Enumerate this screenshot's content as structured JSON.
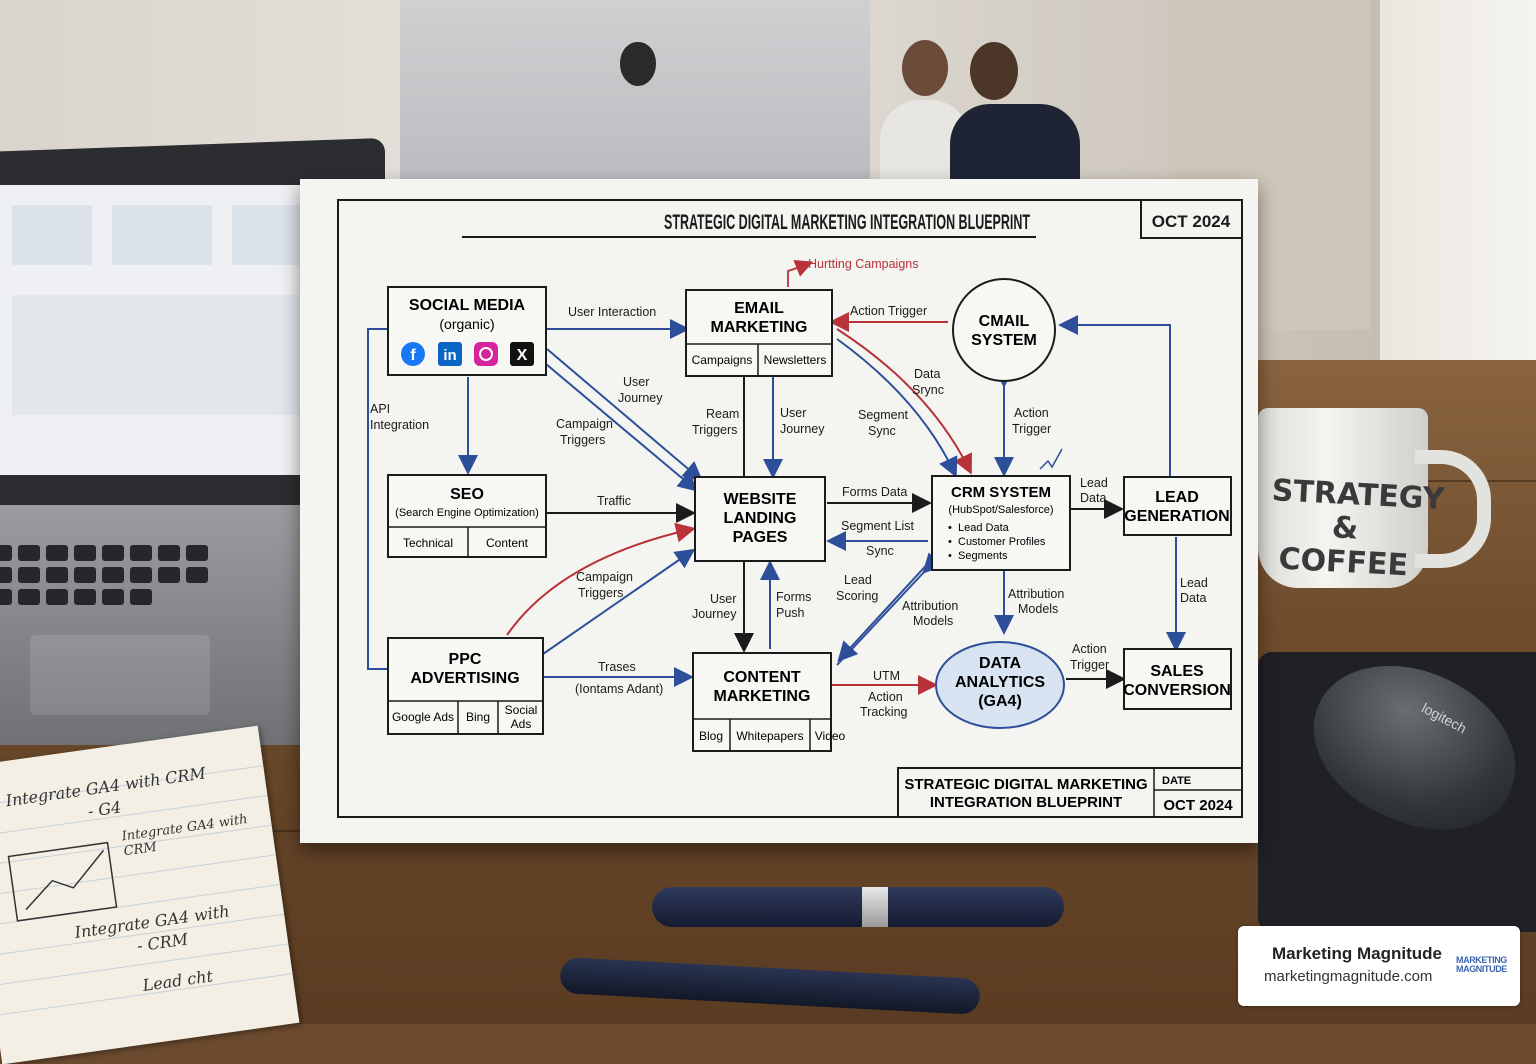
{
  "blueprint": {
    "title": "STRATEGIC DIGITAL MARKETING INTEGRATION BLUEPRINT",
    "date": "OCT 2024",
    "nodes": {
      "social_media": {
        "title": "SOCIAL MEDIA",
        "subtitle": "(organic)",
        "icons": [
          "facebook-icon",
          "linkedin-icon",
          "instagram-icon",
          "x-icon"
        ]
      },
      "email": {
        "title_line1": "EMAIL",
        "title_line2": "MARKETING",
        "cells": [
          "Campaigns",
          "Newsletters"
        ]
      },
      "cmail": {
        "title_line1": "CMAIL",
        "title_line2": "SYSTEM"
      },
      "seo": {
        "title": "SEO",
        "subtitle": "(Search Engine Optimization)",
        "cells": [
          "Technical",
          "Content"
        ]
      },
      "website": {
        "line1": "WEBSITE",
        "line2": "LANDING",
        "line3": "PAGES"
      },
      "crm": {
        "title": "CRM SYSTEM",
        "subtitle": "(HubSpot/Salesforce)",
        "bullets": [
          "Lead Data",
          "Customer Profiles",
          "Segments"
        ]
      },
      "lead_gen": {
        "line1": "LEAD",
        "line2": "GENERATION"
      },
      "ppc": {
        "line1": "PPC",
        "line2": "ADVERTISING",
        "cells": [
          "Google Ads",
          "Bing",
          "Social",
          "Ads"
        ]
      },
      "content": {
        "line1": "CONTENT",
        "line2": "MARKETING",
        "cells": [
          "Blog",
          "Whitepapers",
          "Video"
        ]
      },
      "analytics": {
        "line1": "DATA",
        "line2": "ANALYTICS",
        "line3": "(GA4)"
      },
      "sales": {
        "line1": "SALES",
        "line2": "CONVERSION"
      }
    },
    "edge_labels": {
      "hurting": "Hurtting Campaigns",
      "user_interaction": "User Interaction",
      "action_trigger_top": "Action Trigger",
      "user_journey_1a": "User",
      "user_journey_1b": "Journey",
      "campaign_triggers_1a": "Campaign",
      "campaign_triggers_1b": "Triggers",
      "api_a": "API",
      "api_b": "Integration",
      "ream_a": "Ream",
      "ream_b": "Triggers",
      "user_journey_2a": "User",
      "user_journey_2b": "Journey",
      "data_sync_a": "Data",
      "data_sync_b": "Srync",
      "segment_sync_a": "Segment",
      "segment_sync_b": "Sync",
      "action_trigger_mid_a": "Action",
      "action_trigger_mid_b": "Trigger",
      "traffic": "Traffic",
      "forms_data": "Forms Data",
      "segment_list": "Segment List",
      "sync": "Sync",
      "lead_data_a": "Lead",
      "lead_data_b": "Data",
      "lead_data2_a": "Lead",
      "lead_data2_b": "Data",
      "campaign_triggers_2a": "Campaign",
      "campaign_triggers_2b": "Triggers",
      "user_journey_3a": "User",
      "user_journey_3b": "Journey",
      "forms_push_a": "Forms",
      "forms_push_b": "Push",
      "lead_scoring_a": "Lead",
      "lead_scoring_b": "Scoring",
      "attribution_1a": "Attribution",
      "attribution_1b": "Models",
      "attribution_2a": "Attribution",
      "attribution_2b": "Models",
      "traces": "Traѕes",
      "contains": "(Iontams Adant)",
      "utm": "UTM",
      "action_tracking_a": "Action",
      "action_tracking_b": "Tracking",
      "action_trigger_low_a": "Action",
      "action_trigger_low_b": "Trigger"
    },
    "footer": {
      "title_line1": "STRATEGIC DIGITAL MARKETING",
      "title_line2": "INTEGRATION BLUEPRINT",
      "date_label": "DATE",
      "date": "OCT 2024"
    }
  },
  "mug_text": "STRATEGY & COFFEE",
  "mouse_brand": "logitech",
  "notebook": {
    "lines": [
      "Integrate GA4 with CRM",
      "- G4",
      "Integrate GA4 with CRM",
      "Integrate GA4 with",
      "- CRM",
      "Lead cht"
    ]
  },
  "watermark": {
    "title": "Marketing Magnitude",
    "url": "marketingmagnitude.com",
    "logo_line1": "MARKETING",
    "logo_line2": "MAGNITUDE"
  },
  "colors": {
    "ink": "#1b1b1b",
    "blue_arrow": "#2d4f9a",
    "red_arrow": "#b8323a",
    "analytics_fill": "#d9e4f2"
  }
}
